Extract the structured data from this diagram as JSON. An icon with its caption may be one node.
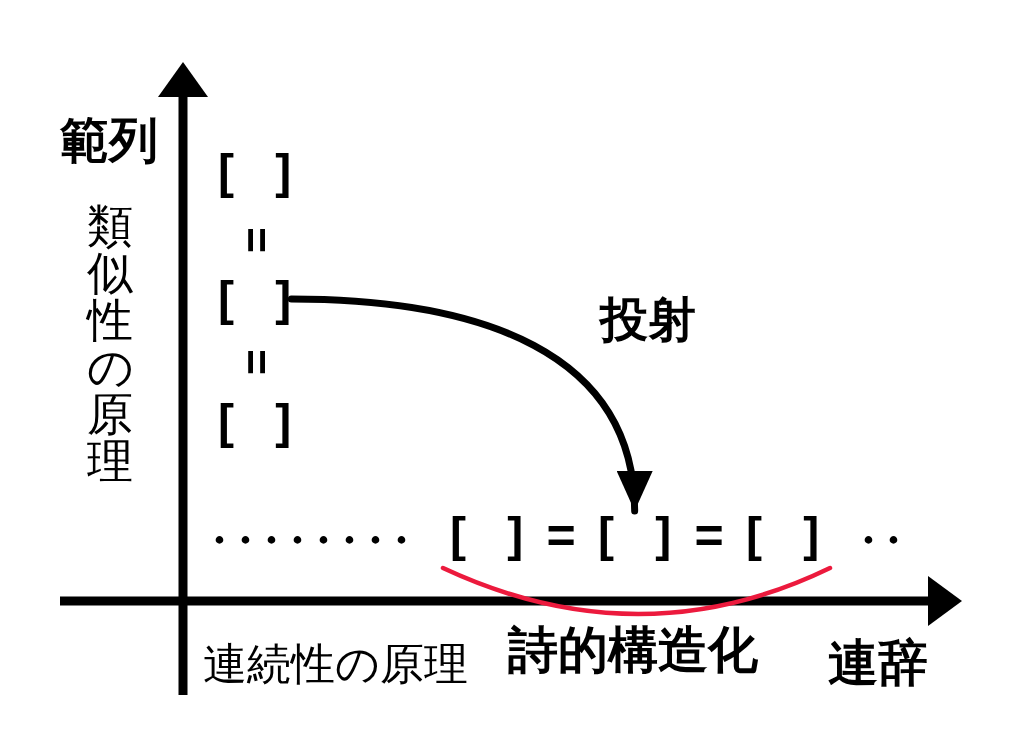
{
  "diagram": {
    "nodes": [
      {
        "text": [
          "[ ]"
        ]
      },
      {
        "text": [
          "[ ]"
        ]
      },
      {
        "text": [
          "[ ]"
        ]
      },
      {
        "text": [
          "[ ]"
        ]
      },
      {
        "text": [
          "[ ]"
        ]
      },
      {
        "text": [
          "[ ]"
        ]
      }
    ],
    "edges": [
      {
        "from": 1,
        "to": 4,
        "arrow": "to",
        "label": "投射"
      }
    ],
    "labels": [
      "範列",
      "類似性の原理",
      "=",
      "=",
      "・・・・・・・・",
      "=",
      "=",
      "・・",
      "連続性の原理",
      "詩的構造化",
      "連辞"
    ]
  }
}
